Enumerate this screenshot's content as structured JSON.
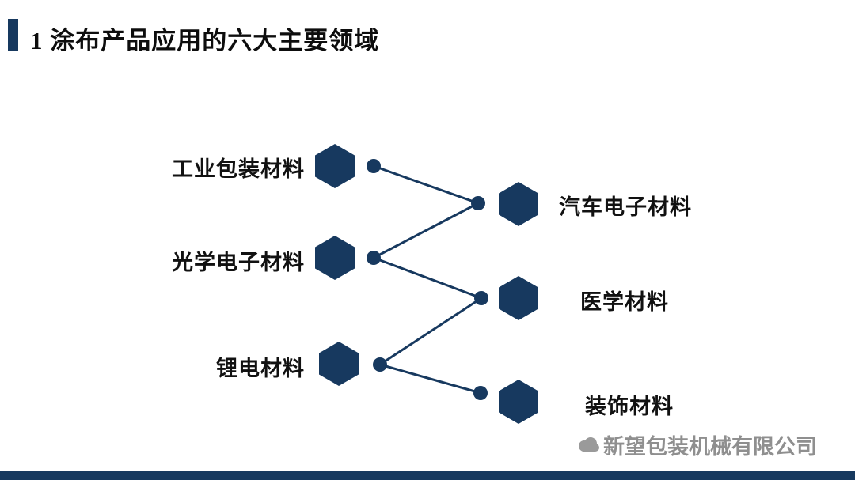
{
  "slide": {
    "title": "1  涂布产品应用的六大主要领域",
    "watermark": "新望包装机械有限公司"
  },
  "diagram": {
    "description": "zigzag diagram of six application areas of coating products",
    "left_nodes": [
      {
        "label": "工业包装材料"
      },
      {
        "label": "光学电子材料"
      },
      {
        "label": "锂电材料"
      }
    ],
    "right_nodes": [
      {
        "label": "汽车电子材料"
      },
      {
        "label": "医学材料"
      },
      {
        "label": "装饰材料"
      }
    ]
  },
  "colors": {
    "navy": "#17395f",
    "watermark_gray": "#8f8f8f",
    "background": "#ffffff"
  }
}
